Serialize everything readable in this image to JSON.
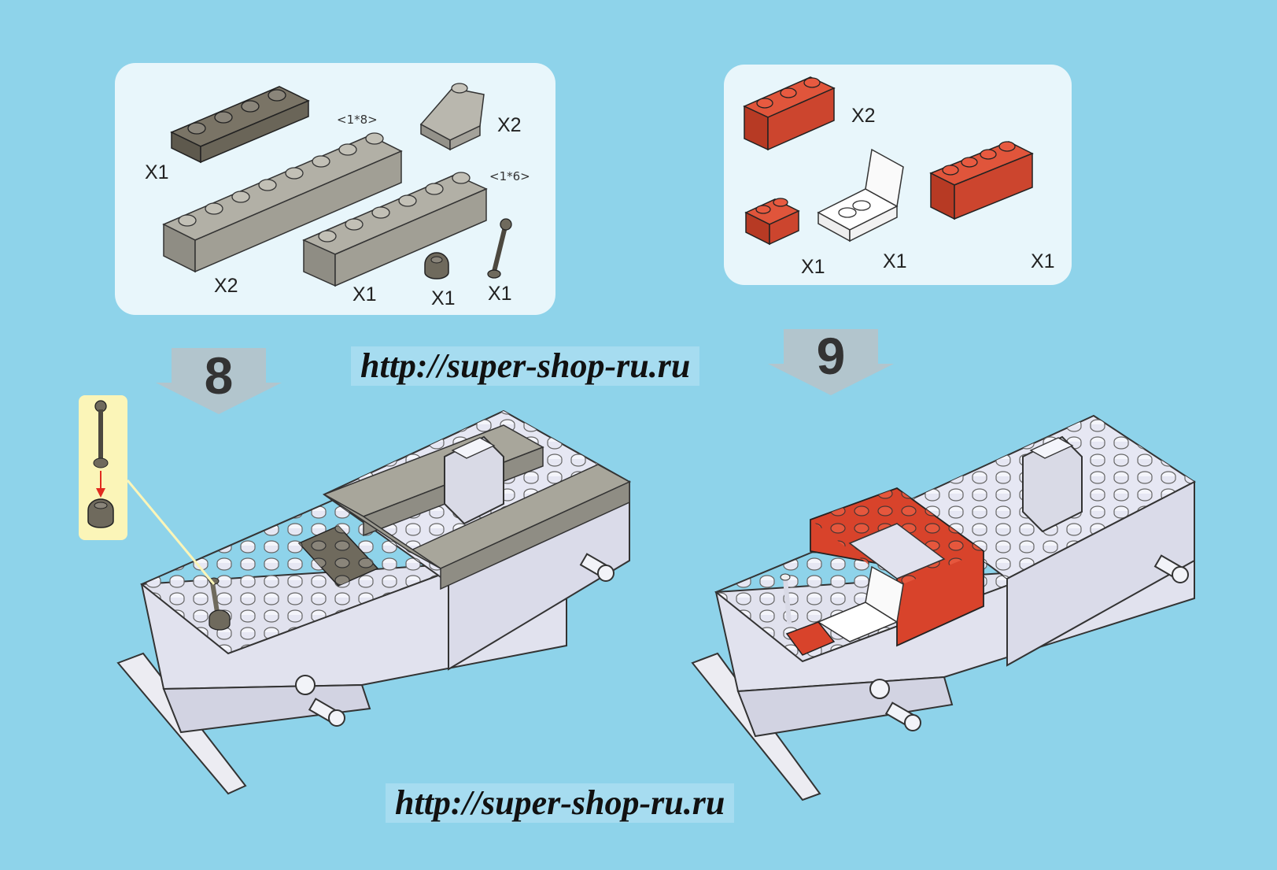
{
  "step8": {
    "number": "8",
    "parts": [
      {
        "name": "dark plate 1x4",
        "qty": "X1"
      },
      {
        "name": "brick 1x8",
        "size": "<1*8>",
        "qty": "X2"
      },
      {
        "name": "slope brick",
        "qty": "X2"
      },
      {
        "name": "brick 1x6",
        "size": "<1*6>",
        "qty": "X1"
      },
      {
        "name": "round cap",
        "qty": "X1"
      },
      {
        "name": "lever stick",
        "qty": "X1"
      }
    ]
  },
  "step9": {
    "number": "9",
    "parts": [
      {
        "name": "red brick 1x3",
        "qty": "X2"
      },
      {
        "name": "red brick 1x2",
        "qty": "X1"
      },
      {
        "name": "white seat",
        "qty": "X1"
      },
      {
        "name": "red brick 1x4",
        "qty": "X1"
      }
    ]
  },
  "watermarks": {
    "top": "http://super-shop-ru.ru",
    "bottom": "http://super-shop-ru.ru"
  },
  "colors": {
    "background": "#8ed3ea",
    "panel": "#e8f6fb",
    "dark_gray": "#6f6a5d",
    "gray": "#a8a69b",
    "red": "#d8432b",
    "model": "#e6e7f3"
  }
}
